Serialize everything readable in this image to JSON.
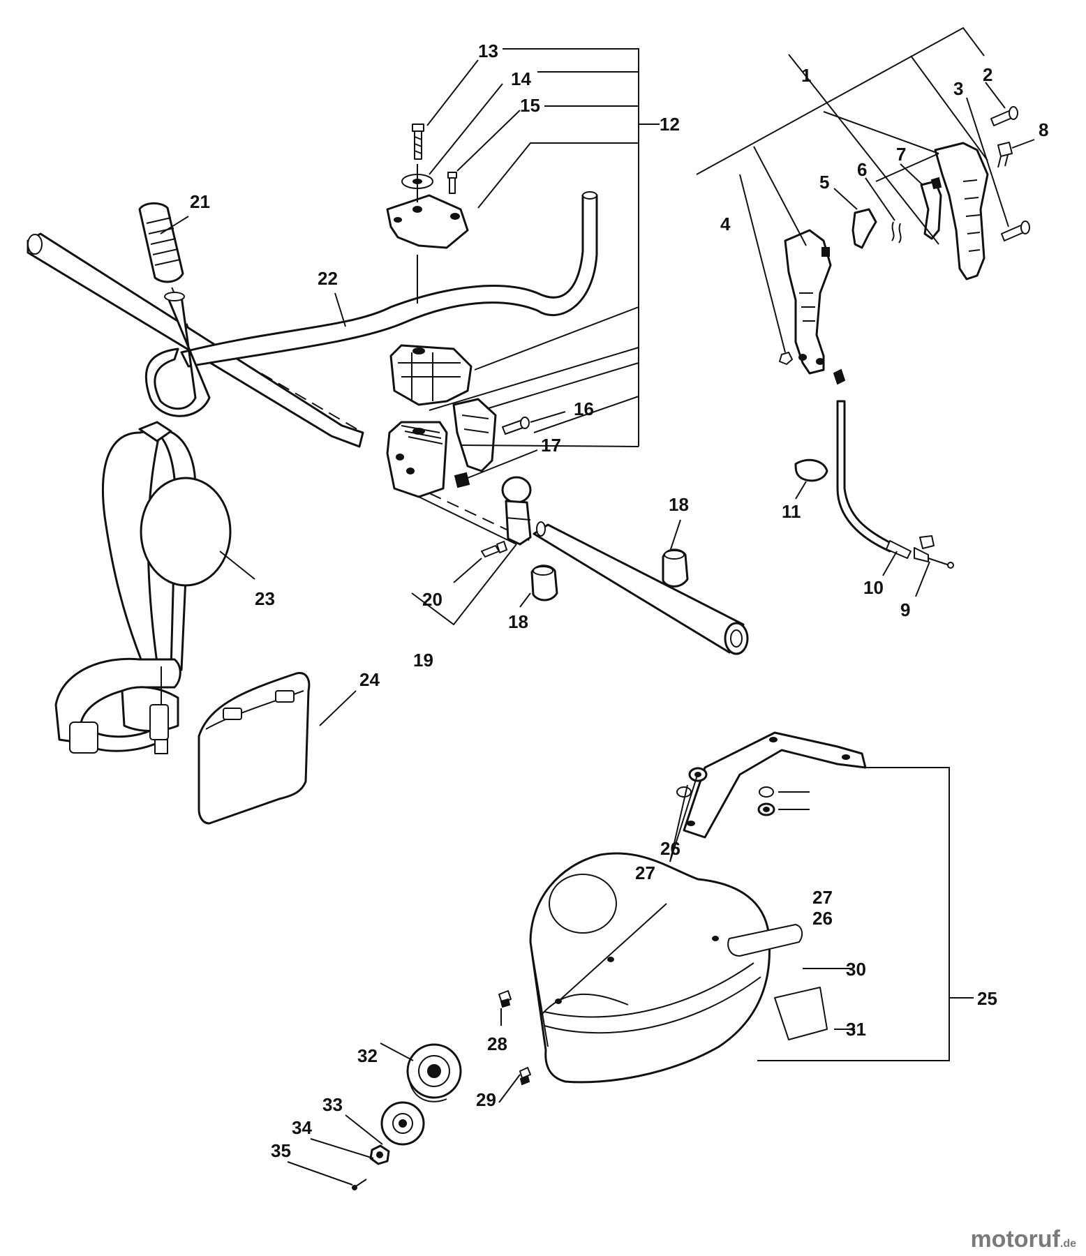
{
  "callouts": {
    "c1": "1",
    "c2": "2",
    "c3": "3",
    "c4": "4",
    "c5": "5",
    "c6": "6",
    "c7": "7",
    "c8": "8",
    "c9": "9",
    "c10": "10",
    "c11": "11",
    "c12": "12",
    "c13": "13",
    "c14": "14",
    "c15": "15",
    "c16": "16",
    "c17": "17",
    "c18a": "18",
    "c18b": "18",
    "c19": "19",
    "c20": "20",
    "c21": "21",
    "c22": "22",
    "c23": "23",
    "c24": "24",
    "c25": "25",
    "c26a": "26",
    "c26b": "26",
    "c27a": "27",
    "c27b": "27",
    "c28": "28",
    "c29": "29",
    "c30": "30",
    "c31": "31",
    "c32": "32",
    "c33": "33",
    "c34": "34",
    "c35": "35"
  },
  "watermark": {
    "name": "motoruf",
    "tld": ".de"
  },
  "colors": {
    "line": "#111111",
    "background": "#ffffff",
    "watermark": "#7a7a7a"
  }
}
